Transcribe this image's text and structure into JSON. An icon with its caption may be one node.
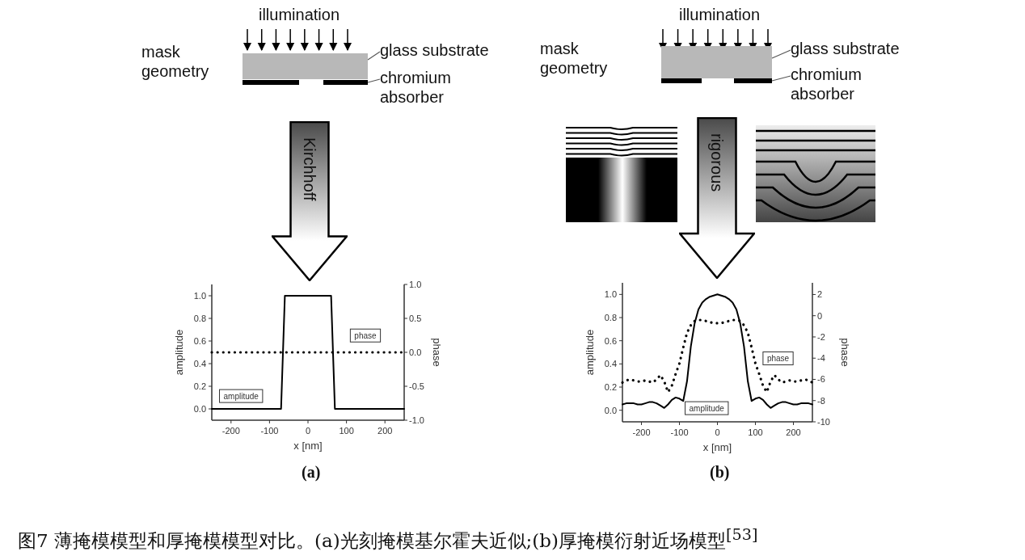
{
  "diagram": {
    "caption": "图7 薄掩模模型和厚掩模模型对比。(a)光刻掩模基尔霍夫近似;(b)厚掩模衍射近场模型$^{[53]}$",
    "nodes": [
      {
        "text": [
          "glass substrate"
        ]
      },
      {
        "text": [],
        "shape": "box"
      },
      {
        "text": [
          "chromium absorber"
        ]
      },
      {
        "text": [],
        "shape": "bar"
      },
      {
        "text": [
          "Kirchhoff"
        ]
      },
      {
        "text": [
          "glass substrate"
        ]
      },
      {
        "text": [],
        "shape": "box"
      },
      {
        "text": [
          "chromium absorber"
        ]
      },
      {
        "text": [],
        "shape": "bar"
      },
      {
        "text": [
          "rigorous"
        ]
      }
    ],
    "edges": [
      {
        "from": 0,
        "to": 1,
        "arrow": "none"
      },
      {
        "from": 2,
        "to": 3,
        "arrow": "none"
      },
      {
        "from": 5,
        "to": 6,
        "arrow": "none"
      },
      {
        "from": 7,
        "to": 8,
        "arrow": "none"
      }
    ],
    "labels": [
      "illumination",
      "mask geometry",
      "illumination",
      "mask geometry",
      "(a)",
      "(b)"
    ],
    "chart_data": [
      {
        "type": "line",
        "xlabel": "x [nm]",
        "ylabel": "amplitude",
        "y2label": "phase",
        "xlim": [
          -250,
          250
        ],
        "ylim": [
          -0.1,
          1.1
        ],
        "y2lim": [
          -1,
          1
        ],
        "xticks": [
          -200,
          -100,
          0,
          100,
          200
        ],
        "yticks": [
          {
            "value": 0,
            "label": "0.0"
          },
          {
            "value": 0.2,
            "label": "0.2"
          },
          {
            "value": 0.4,
            "label": "0.4"
          },
          {
            "value": 0.6,
            "label": "0.6"
          },
          {
            "value": 0.8,
            "label": "0.8"
          },
          {
            "value": 1,
            "label": "1.0"
          }
        ],
        "y2ticks": [
          {
            "value": -1,
            "label": "-1.0"
          },
          {
            "value": -0.5,
            "label": "-0.5"
          },
          {
            "value": 0,
            "label": "0.0"
          },
          {
            "value": 0.5,
            "label": "0.5"
          },
          {
            "value": 1,
            "label": "1.0"
          }
        ],
        "x": [
          -250,
          -240,
          -230,
          -220,
          -210,
          -200,
          -190,
          -180,
          -170,
          -160,
          -150,
          -140,
          -130,
          -120,
          -110,
          -100,
          -90,
          -80,
          -70,
          -60,
          -50,
          -40,
          -30,
          -20,
          -10,
          0,
          10,
          20,
          30,
          40,
          50,
          60,
          70,
          80,
          90,
          100,
          110,
          120,
          130,
          140,
          150,
          160,
          170,
          180,
          190,
          200,
          210,
          220,
          230,
          240,
          250
        ],
        "series": [
          {
            "name": "amplitude",
            "color": "#000000",
            "values": [
              0,
              0,
              0,
              0,
              0,
              0,
              0,
              0,
              0,
              0,
              0,
              0,
              0,
              0,
              0,
              0,
              0,
              0,
              0,
              1,
              1,
              1,
              1,
              1,
              1,
              1,
              1,
              1,
              1,
              1,
              1,
              1,
              0,
              0,
              0,
              0,
              0,
              0,
              0,
              0,
              0,
              0,
              0,
              0,
              0,
              0,
              0,
              0,
              0,
              0,
              0
            ]
          },
          {
            "name": "phase",
            "color": "#000000",
            "line_style": "dotted",
            "axis": "y2",
            "values": [
              0,
              0,
              0,
              0,
              0,
              0,
              0,
              0,
              0,
              0,
              0,
              0,
              0,
              0,
              0,
              0,
              0,
              0,
              0,
              0,
              0,
              0,
              0,
              0,
              0,
              0,
              0,
              0,
              0,
              0,
              0,
              0,
              0,
              0,
              0,
              0,
              0,
              0,
              0,
              0,
              0,
              0,
              0,
              0,
              0,
              0,
              0,
              0,
              0,
              0,
              0
            ]
          }
        ]
      },
      {
        "type": "line",
        "xlabel": "x [nm]",
        "ylabel": "amplitude",
        "y2label": "phase",
        "xlim": [
          -250,
          250
        ],
        "ylim": [
          -0.1,
          1.1
        ],
        "y2lim": [
          -10,
          3.1
        ],
        "xticks": [
          -200,
          -100,
          0,
          100,
          200
        ],
        "yticks": [
          {
            "value": 0,
            "label": "0.0"
          },
          {
            "value": 0.2,
            "label": "0.2"
          },
          {
            "value": 0.4,
            "label": "0.4"
          },
          {
            "value": 0.6,
            "label": "0.6"
          },
          {
            "value": 0.8,
            "label": "0.8"
          },
          {
            "value": 1,
            "label": "1.0"
          }
        ],
        "y2ticks": [
          -10,
          -8,
          -6,
          -4,
          -2,
          0,
          2
        ],
        "x": [
          -250,
          -240,
          -230,
          -220,
          -210,
          -200,
          -190,
          -180,
          -170,
          -160,
          -150,
          -140,
          -130,
          -120,
          -110,
          -100,
          -90,
          -80,
          -70,
          -60,
          -50,
          -40,
          -30,
          -20,
          -10,
          0,
          10,
          20,
          30,
          40,
          50,
          60,
          70,
          80,
          90,
          100,
          110,
          120,
          130,
          140,
          150,
          160,
          170,
          180,
          190,
          200,
          210,
          220,
          230,
          240,
          250
        ],
        "series": [
          {
            "name": "amplitude",
            "color": "#000000",
            "values": [
              0.05,
              0.06,
              0.06,
              0.06,
              0.05,
              0.05,
              0.06,
              0.07,
              0.07,
              0.06,
              0.04,
              0.02,
              0.05,
              0.09,
              0.11,
              0.1,
              0.08,
              0.25,
              0.55,
              0.75,
              0.87,
              0.93,
              0.96,
              0.98,
              0.99,
              1.0,
              0.99,
              0.98,
              0.96,
              0.93,
              0.87,
              0.75,
              0.55,
              0.25,
              0.08,
              0.1,
              0.11,
              0.09,
              0.05,
              0.02,
              0.04,
              0.06,
              0.07,
              0.07,
              0.06,
              0.05,
              0.05,
              0.06,
              0.06,
              0.06,
              0.05
            ]
          },
          {
            "name": "phase",
            "color": "#000000",
            "line_style": "dotted",
            "axis": "y2",
            "values": [
              -6.3,
              -6.1,
              -6.0,
              -6.1,
              -6.2,
              -6.2,
              -6.1,
              -6.2,
              -6.3,
              -6.0,
              -5.6,
              -6.2,
              -7.2,
              -6.6,
              -5.5,
              -4.5,
              -3.0,
              -1.6,
              -0.9,
              -0.5,
              -0.4,
              -0.4,
              -0.5,
              -0.6,
              -0.7,
              -0.7,
              -0.7,
              -0.6,
              -0.5,
              -0.4,
              -0.4,
              -0.5,
              -0.9,
              -1.6,
              -3.0,
              -4.5,
              -5.5,
              -6.6,
              -7.2,
              -6.2,
              -5.6,
              -6.0,
              -6.3,
              -6.2,
              -6.1,
              -6.2,
              -6.2,
              -6.1,
              -6.0,
              -6.1,
              -6.3
            ]
          }
        ]
      }
    ]
  }
}
